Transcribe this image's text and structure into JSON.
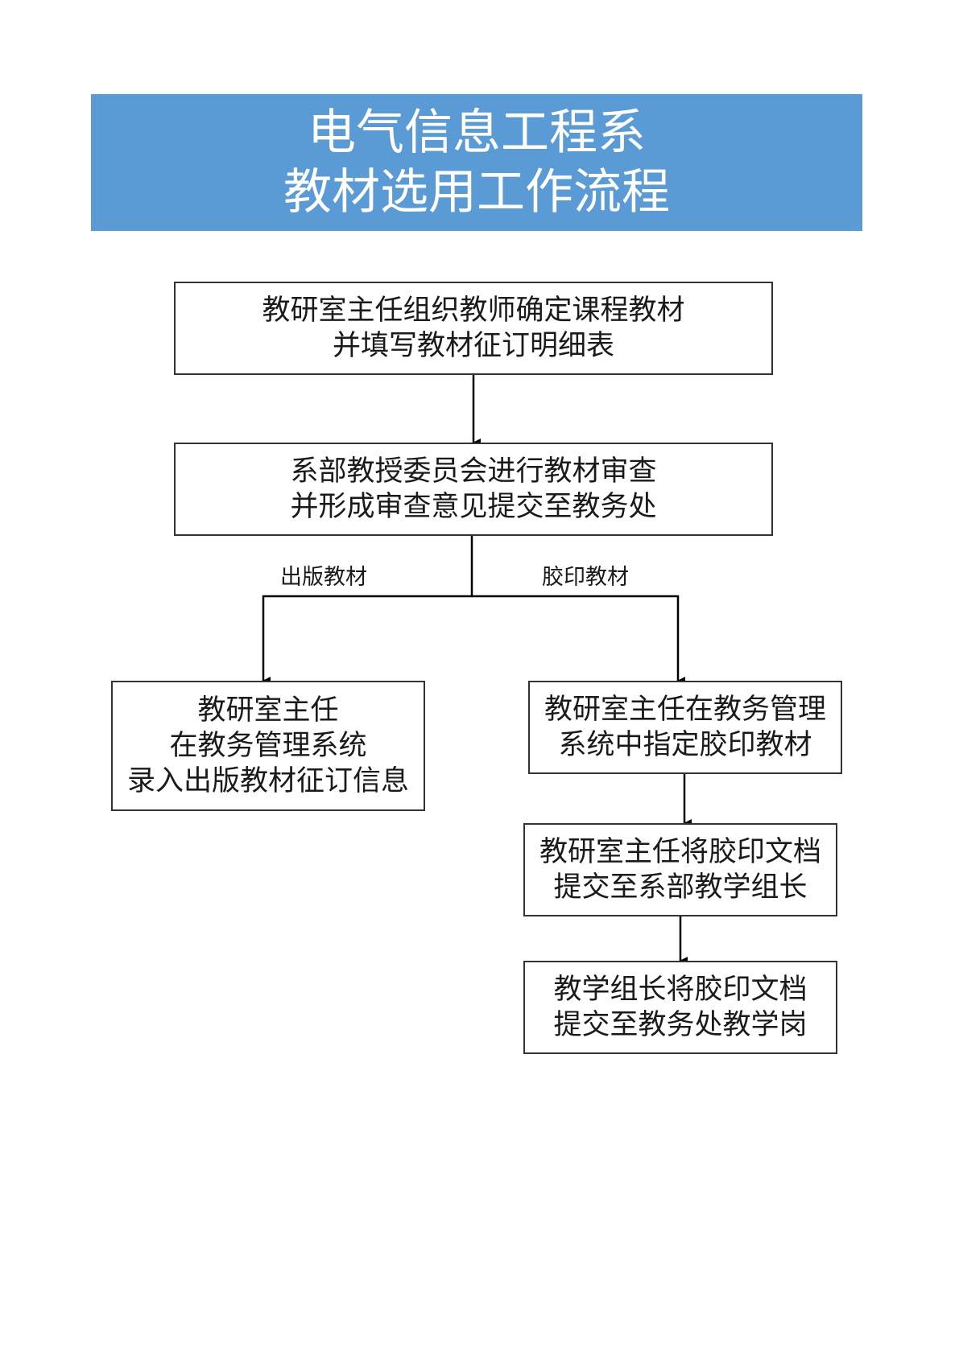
{
  "title": {
    "line1": "电气信息工程系",
    "line2": "教材选用工作流程"
  },
  "colors": {
    "banner": "#5b9bd5",
    "banner_text": "#ffffff",
    "box_border": "#333333",
    "connector": "#000000"
  },
  "steps": {
    "s1": {
      "line1": "教研室主任组织教师确定课程教材",
      "line2": "并填写教材征订明细表"
    },
    "s2": {
      "line1": "系部教授委员会进行教材审查",
      "line2": "并形成审查意见提交至教务处"
    },
    "s3": {
      "line1": "教研室主任",
      "line2": "在教务管理系统",
      "line3": "录入出版教材征订信息"
    },
    "s4": {
      "line1": "教研室主任在教务管理",
      "line2": "系统中指定胶印教材"
    },
    "s5": {
      "line1": "教研室主任将胶印文档",
      "line2": "提交至系部教学组长"
    },
    "s6": {
      "line1": "教学组长将胶印文档",
      "line2": "提交至教务处教学岗"
    }
  },
  "branches": {
    "left": "出版教材",
    "right": "胶印教材"
  }
}
